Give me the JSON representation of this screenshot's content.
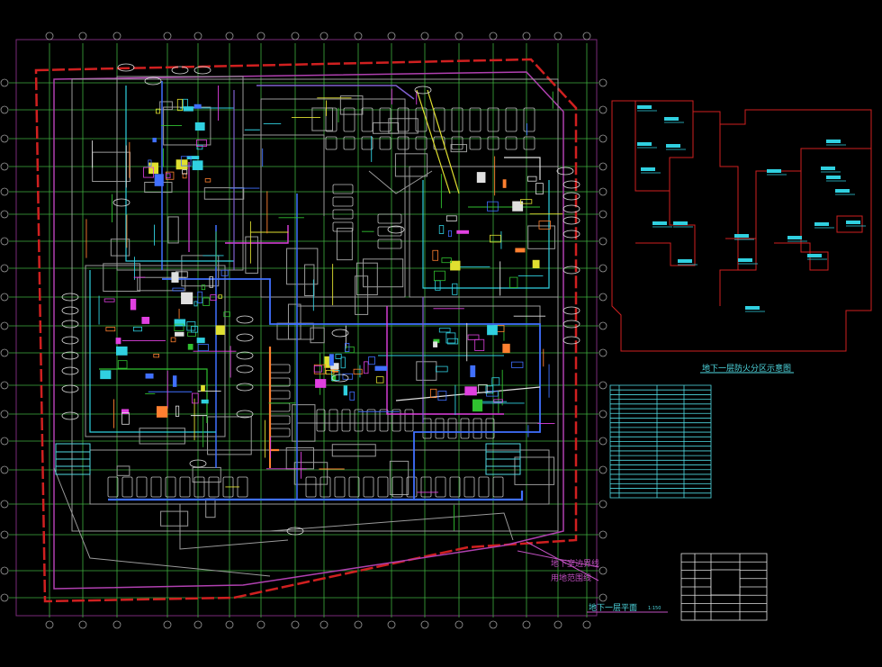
{
  "drawing": {
    "main_title": "地下一层平面",
    "main_scale": "1:150",
    "zoning_title": "地下一层防火分区示意图",
    "boundary_labels": [
      "地下室边界线",
      "用地范围线"
    ]
  },
  "colors": {
    "background": "#000000",
    "grid": "#3fae3f",
    "walls": "#9a9a9a",
    "red_line": "#d02020",
    "magenta": "#b040b0",
    "cyan": "#30d0e0",
    "blue": "#4070ff",
    "yellow": "#e0e030",
    "green": "#30c030",
    "purple": "#8060d0"
  }
}
